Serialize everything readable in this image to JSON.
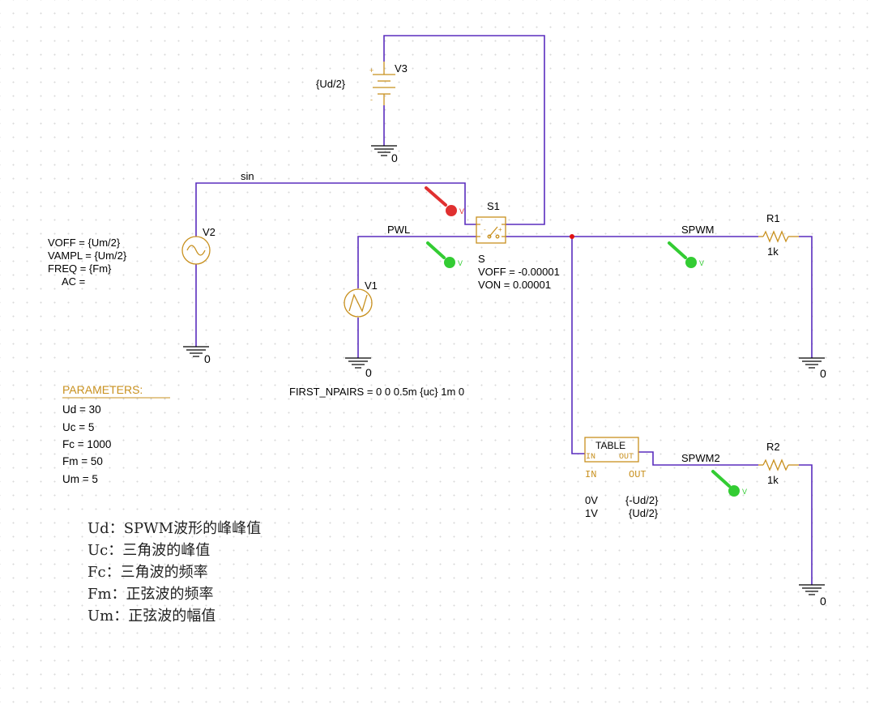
{
  "colors": {
    "wire": "#5a2dbe",
    "part": "#c8901e",
    "probe_red": "#e03030",
    "probe_green": "#33cc33",
    "junction": "#e01010"
  },
  "components": {
    "v3": {
      "name": "V3",
      "value": "{Ud/2}",
      "ground": "0"
    },
    "v2": {
      "name": "V2",
      "voff": "VOFF = {Um/2}",
      "vampl": "VAMPL = {Um/2}",
      "freq": "FREQ = {Fm}",
      "ac": "AC =",
      "ground": "0"
    },
    "v1": {
      "name": "V1",
      "params": "FIRST_NPAIRS = 0 0 0.5m {uc} 1m 0",
      "ground": "0"
    },
    "s1": {
      "name": "S1",
      "model": "S",
      "voff": "VOFF = -0.00001",
      "von": "VON = 0.00001"
    },
    "r1": {
      "name": "R1",
      "value": "1k",
      "ground": "0"
    },
    "r2": {
      "name": "R2",
      "value": "1k",
      "ground": "0"
    },
    "table": {
      "name": "TABLE",
      "pin_in_inner": "IN",
      "pin_out_inner": "OUT",
      "pin_in": "IN",
      "pin_out": "OUT",
      "row1_in": "0V",
      "row1_out": "{-Ud/2}",
      "row2_in": "1V",
      "row2_out": "{Ud/2}"
    }
  },
  "nets": {
    "sin": "sin",
    "pwl": "PWL",
    "spwm": "SPWM",
    "spwm2": "SPWM2"
  },
  "probes": {
    "sin": "V",
    "pwl": "V",
    "spwm": "V",
    "spwm2": "V"
  },
  "parameters": {
    "title": "PARAMETERS:",
    "items": [
      "Ud = 30",
      "Uc = 5",
      "Fc = 1000",
      "Fm = 50",
      "Um = 5"
    ]
  },
  "notes": [
    "Ud：SPWM波形的峰峰值",
    "Uc：三角波的峰值",
    "Fc：三角波的频率",
    "Fm：正弦波的频率",
    "Um：正弦波的幅值"
  ]
}
